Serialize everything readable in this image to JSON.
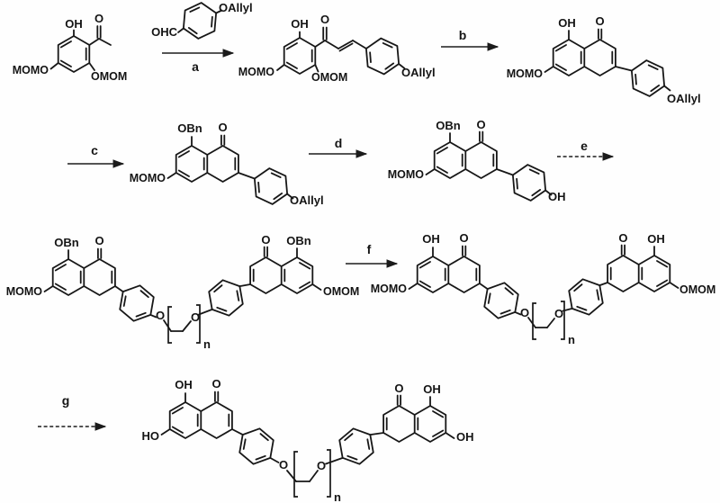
{
  "steps": {
    "a": "a",
    "b": "b",
    "c": "c",
    "d": "d",
    "e": "e",
    "f": "f",
    "g": "g"
  },
  "labels": {
    "oh": "OH",
    "ho": "HO",
    "o": "O",
    "momo": "MOMO",
    "omom": "OMOM",
    "obn": "OBn",
    "oallyl": "OAllyl",
    "ohc": "OHC",
    "n": "n"
  }
}
